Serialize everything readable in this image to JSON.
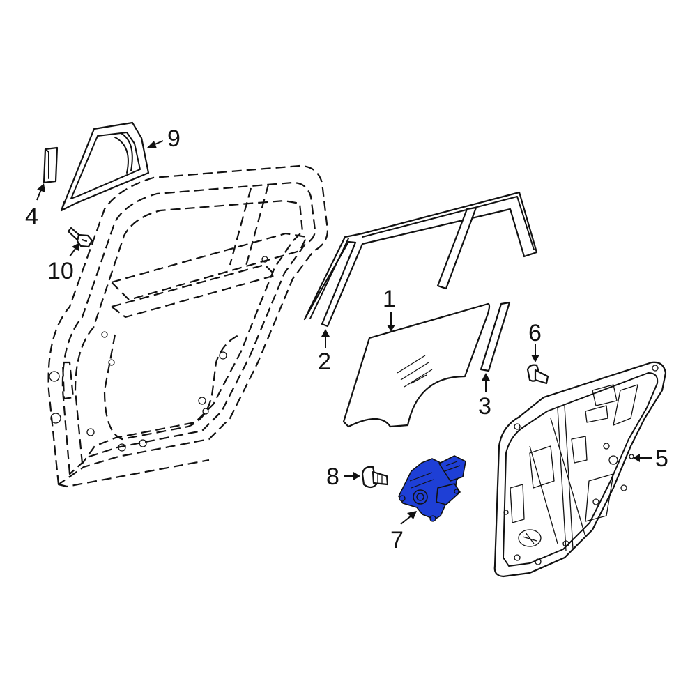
{
  "diagram": {
    "highlight_color": "#1e3fd6",
    "line_color": "#111111",
    "callouts": [
      {
        "id": "1",
        "label": "1"
      },
      {
        "id": "2",
        "label": "2"
      },
      {
        "id": "3",
        "label": "3"
      },
      {
        "id": "4",
        "label": "4"
      },
      {
        "id": "5",
        "label": "5"
      },
      {
        "id": "6",
        "label": "6"
      },
      {
        "id": "7",
        "label": "7"
      },
      {
        "id": "8",
        "label": "8"
      },
      {
        "id": "9",
        "label": "9"
      },
      {
        "id": "10",
        "label": "10"
      }
    ]
  }
}
